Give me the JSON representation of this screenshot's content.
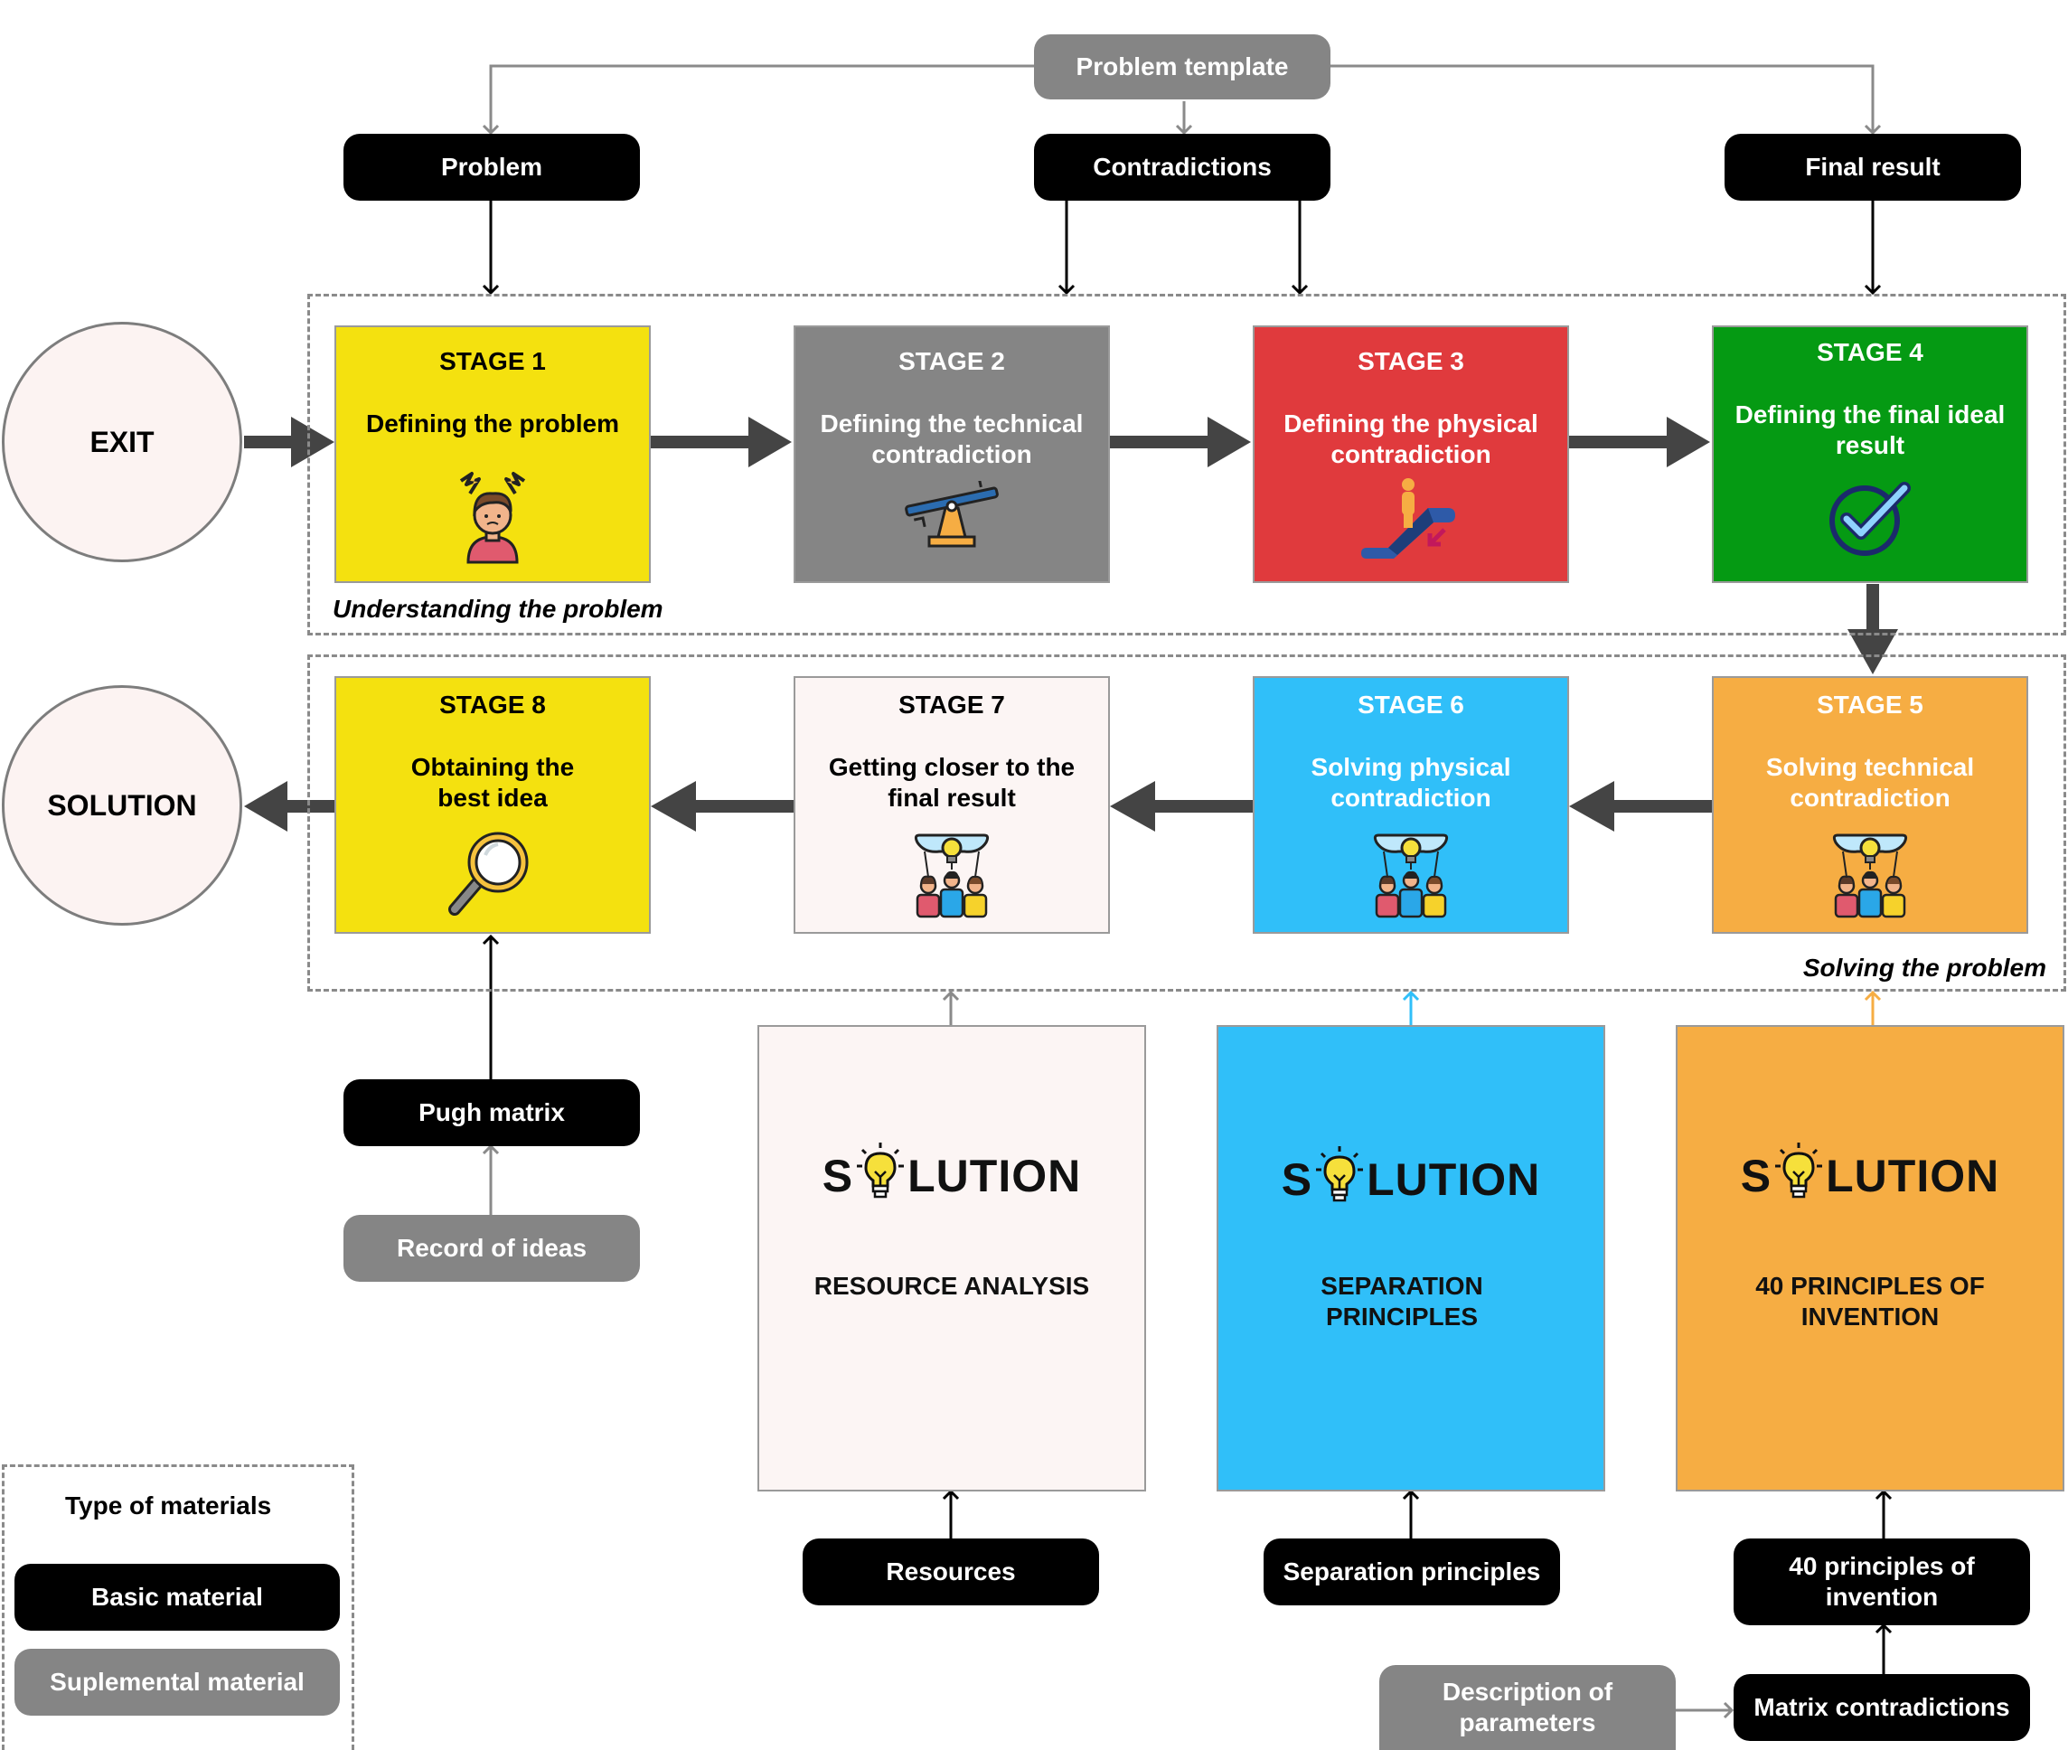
{
  "top_materials": {
    "problem_template": "Problem template",
    "problem": "Problem",
    "contradictions": "Contradictions",
    "final_result": "Final result"
  },
  "exit": "EXIT",
  "solution": "SOLUTION",
  "phases": {
    "understanding": "Understanding the problem",
    "solving": "Solving the problem"
  },
  "stages": [
    {
      "title": "STAGE 1",
      "desc": "Defining the problem",
      "color": "#f4e10f",
      "text_color": "#000000",
      "icon": "stressed-person-icon"
    },
    {
      "title": "STAGE 2",
      "desc": "Defining the technical contradiction",
      "color": "#858585",
      "text_color": "#ffffff",
      "icon": "seesaw-icon"
    },
    {
      "title": "STAGE 3",
      "desc": "Defining the physical contradiction",
      "color": "#e03a3d",
      "text_color": "#ffffff",
      "icon": "escalator-icon"
    },
    {
      "title": "STAGE 4",
      "desc": "Defining the final ideal result",
      "color": "#059a13",
      "text_color": "#ffffff",
      "icon": "check-circle-icon"
    },
    {
      "title": "STAGE 5",
      "desc": "Solving technical contradiction",
      "color": "#f6ad43",
      "text_color": "#ffffff",
      "icon": "brainstorm-team-icon"
    },
    {
      "title": "STAGE 6",
      "desc": "Solving physical contradiction",
      "color": "#30bff9",
      "text_color": "#ffffff",
      "icon": "brainstorm-team-icon"
    },
    {
      "title": "STAGE 7",
      "desc": "Getting closer to the final result",
      "color": "#fcf5f4",
      "text_color": "#000000",
      "icon": "brainstorm-team-icon"
    },
    {
      "title": "STAGE 8",
      "desc": "Obtaining the best idea",
      "color": "#f4e10f",
      "text_color": "#000000",
      "icon": "magnifier-icon"
    }
  ],
  "books": [
    {
      "brand_left": "S",
      "brand_right": "LUTION",
      "title": "RESOURCE ANALYSIS",
      "color": "#fcf5f4"
    },
    {
      "brand_left": "S",
      "brand_right": "LUTION",
      "title": "SEPARATION PRINCIPLES",
      "color": "#30bff9"
    },
    {
      "brand_left": "S",
      "brand_right": "LUTION",
      "title": "40 PRINCIPLES OF INVENTION",
      "color": "#f6ad43"
    }
  ],
  "bottom_materials": {
    "pugh_matrix": "Pugh matrix",
    "record_of_ideas": "Record of ideas",
    "resources": "Resources",
    "separation_principles": "Separation principles",
    "forty_principles": "40 principles of invention",
    "matrix_contradictions": "Matrix contradictions",
    "description_of_parameters": "Description of parameters"
  },
  "legend": {
    "title": "Type of materials",
    "basic": "Basic material",
    "supplemental": "Suplemental material"
  },
  "colors": {
    "basic": "#000000",
    "supplemental": "#858585",
    "arrow_dark": "#444444",
    "arrow_blue": "#30bff9",
    "arrow_orange": "#f6ad43"
  }
}
